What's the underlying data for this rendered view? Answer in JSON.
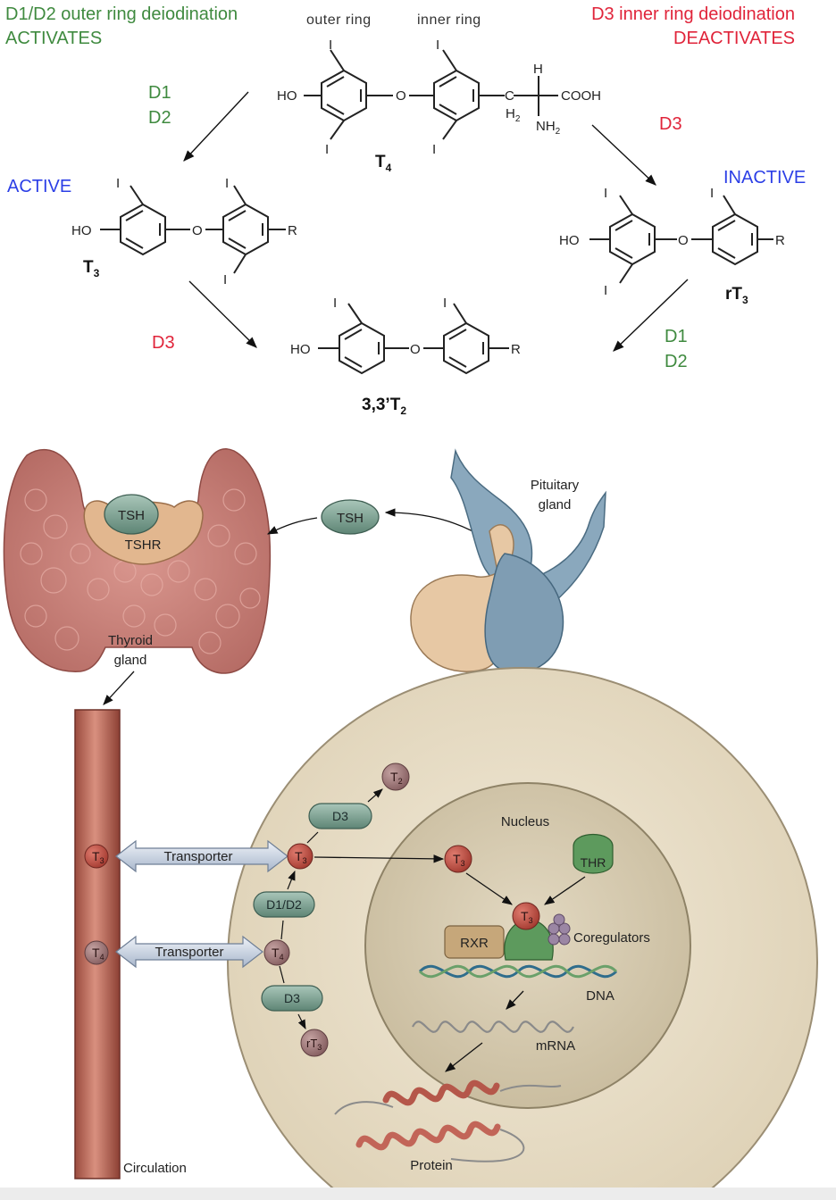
{
  "header": {
    "left_line1": "D1/D2 outer ring deiodination",
    "left_line2": "ACTIVATES",
    "outer_ring": "outer ring",
    "inner_ring": "inner ring",
    "right_line1": "D3 inner ring deiodination",
    "right_line2": "DEACTIVATES"
  },
  "chem": {
    "iodine": "I",
    "hydroxyl": "HO",
    "oxygen": "O",
    "r_group": "R",
    "h_label": "H",
    "cooh": "COOH",
    "nh2": "NH",
    "nh2_sub": "2",
    "h2": "H",
    "h2_sub": "2",
    "carbon": "C",
    "t4_main": "T",
    "t4_sub": "4",
    "t3_main": "T",
    "t3_sub": "3",
    "rt3_main": "rT",
    "rt3_sub": "3",
    "t2_main": "3,3’T",
    "t2_sub": "2"
  },
  "enzymes": {
    "d1": "D1",
    "d2": "D2",
    "d3": "D3"
  },
  "states": {
    "active": "ACTIVE",
    "inactive": "INACTIVE"
  },
  "bio": {
    "tsh": "TSH",
    "tshr": "TSHR",
    "pituitary_l1": "Pituitary",
    "pituitary_l2": "gland",
    "thyroid_l1": "Thyroid",
    "thyroid_l2": "gland",
    "circulation": "Circulation",
    "transporter": "Transporter",
    "d1d2": "D1/D2",
    "d3": "D3",
    "t_main": "T",
    "s2": "2",
    "s3": "3",
    "s4": "4",
    "rt_main": "rT",
    "nucleus": "Nucleus",
    "thr": "THR",
    "rxr": "RXR",
    "coregulators": "Coregulators",
    "dna": "DNA",
    "mrna": "mRNA",
    "protein": "Protein"
  },
  "colors": {
    "green": "#3f8a3f",
    "red": "#e0243a",
    "blue": "#2c3fe6",
    "thyroid": "#c9807a",
    "pill_green": "#7ea596",
    "hormone_red": "#b5453c",
    "hormone_mauve": "#9c7677",
    "cell": "#e7dcc6",
    "nucleus": "#d7ccb2"
  }
}
